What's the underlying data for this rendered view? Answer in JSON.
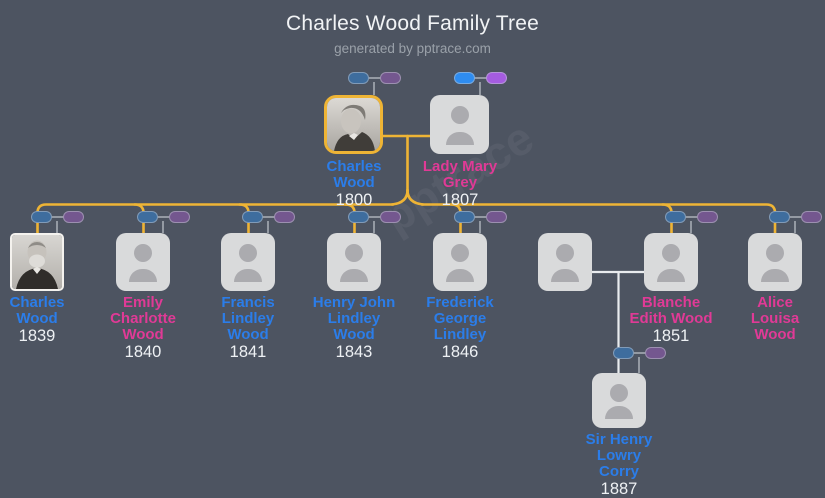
{
  "header": {
    "title": "Charles Wood Family Tree",
    "subtitle": "generated by pptrace.com"
  },
  "watermark": "pptrace",
  "colors": {
    "background": "#4d5461",
    "male_name": "#2b7de9",
    "female_name": "#e03a96",
    "year_text": "#eef1f4",
    "tree_line_gold": "#eeb435",
    "tree_line_white": "#e9ecef",
    "pill_blue": "#3e6d9e",
    "pill_purple": "#74578f",
    "pill_blue_bright": "#2e8cf0",
    "pill_purple_bright": "#a55ce0",
    "card_background": "#d9dadb"
  },
  "persons": [
    {
      "name": "Charles\nWood",
      "year": "1800",
      "gender": "male",
      "name_color": "#2b7de9",
      "portrait": "photo",
      "buttons": "muted"
    },
    {
      "name": "Lady Mary\nGrey",
      "year": "1807",
      "gender": "female",
      "name_color": "#e03a96",
      "portrait": "placeholder",
      "buttons": "bright"
    },
    {
      "name": "Charles\nWood",
      "year": "1839",
      "gender": "male",
      "name_color": "#2b7de9",
      "portrait": "photo",
      "buttons": "muted"
    },
    {
      "name": "Emily\nCharlotte\nWood",
      "year": "1840",
      "gender": "female",
      "name_color": "#e03a96",
      "portrait": "placeholder",
      "buttons": "muted"
    },
    {
      "name": "Francis\nLindley\nWood",
      "year": "1841",
      "gender": "male",
      "name_color": "#2b7de9",
      "portrait": "placeholder",
      "buttons": "muted"
    },
    {
      "name": "Henry John\nLindley\nWood",
      "year": "1843",
      "gender": "male",
      "name_color": "#2b7de9",
      "portrait": "placeholder",
      "buttons": "muted"
    },
    {
      "name": "Frederick\nGeorge\nLindley",
      "year": "1846",
      "gender": "male",
      "name_color": "#2b7de9",
      "portrait": "placeholder",
      "buttons": "muted"
    },
    {
      "name": "",
      "year": "",
      "gender": "unknown",
      "name_color": "#eef1f4",
      "portrait": "placeholder",
      "buttons": "none"
    },
    {
      "name": "Blanche\nEdith Wood",
      "year": "1851",
      "gender": "female",
      "name_color": "#e03a96",
      "portrait": "placeholder",
      "buttons": "muted"
    },
    {
      "name": "Alice\nLouisa\nWood",
      "year": "",
      "gender": "female",
      "name_color": "#e03a96",
      "portrait": "placeholder",
      "buttons": "muted"
    },
    {
      "name": "Sir Henry\nLowry\nCorry",
      "year": "1887",
      "gender": "male",
      "name_color": "#2b7de9",
      "portrait": "placeholder",
      "buttons": "muted"
    }
  ]
}
